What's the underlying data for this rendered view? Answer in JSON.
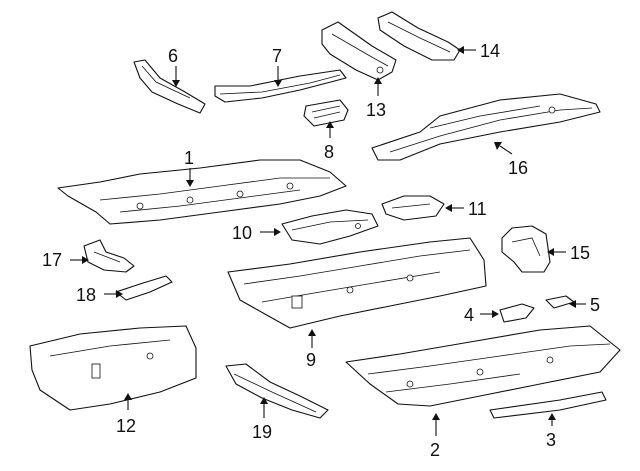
{
  "parts": [
    {
      "id": "part-1",
      "callout": "1"
    },
    {
      "id": "part-2",
      "callout": "2"
    },
    {
      "id": "part-3",
      "callout": "3"
    },
    {
      "id": "part-4",
      "callout": "4"
    },
    {
      "id": "part-5",
      "callout": "5"
    },
    {
      "id": "part-6",
      "callout": "6"
    },
    {
      "id": "part-7",
      "callout": "7"
    },
    {
      "id": "part-8",
      "callout": "8"
    },
    {
      "id": "part-9",
      "callout": "9"
    },
    {
      "id": "part-10",
      "callout": "10"
    },
    {
      "id": "part-11",
      "callout": "11"
    },
    {
      "id": "part-12",
      "callout": "12"
    },
    {
      "id": "part-13",
      "callout": "13"
    },
    {
      "id": "part-14",
      "callout": "14"
    },
    {
      "id": "part-15",
      "callout": "15"
    },
    {
      "id": "part-16",
      "callout": "16"
    },
    {
      "id": "part-17",
      "callout": "17"
    },
    {
      "id": "part-18",
      "callout": "18"
    },
    {
      "id": "part-19",
      "callout": "19"
    }
  ],
  "colors": {
    "line": "#111111",
    "background": "#ffffff"
  }
}
